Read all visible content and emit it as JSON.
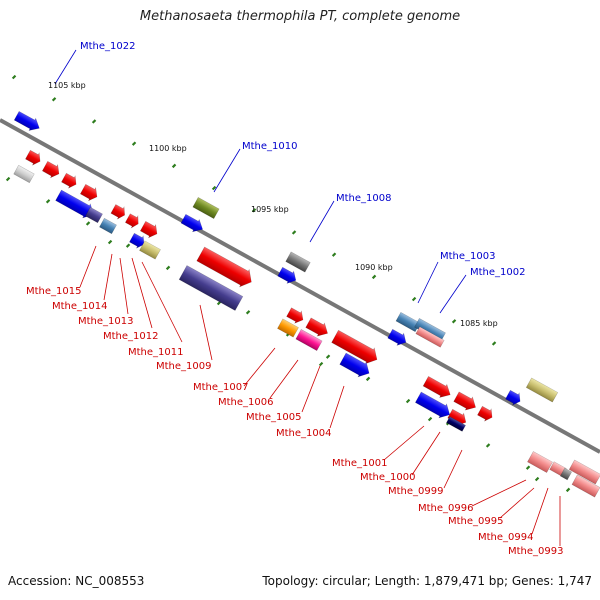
{
  "title": "Methanosaeta thermophila PT, complete genome",
  "footer": {
    "accession": "Accession: NC_008553",
    "summary": "Topology: circular; Length: 1,879,471 bp; Genes: 1,747"
  },
  "colors": {
    "label_blue": "#0000cc",
    "label_red": "#cc0000",
    "backbone": "#777777",
    "tick": "#2e7d1e"
  },
  "scale_labels": [
    "1105 kbp",
    "1100 kbp",
    "1095 kbp",
    "1090 kbp",
    "1085 kbp"
  ],
  "gene_labels_top": [
    "Mthe_1022",
    "Mthe_1010",
    "Mthe_1008",
    "Mthe_1003",
    "Mthe_1002"
  ],
  "gene_labels_bottom": [
    "Mthe_1015",
    "Mthe_1014",
    "Mthe_1013",
    "Mthe_1012",
    "Mthe_1011",
    "Mthe_1009",
    "Mthe_1007",
    "Mthe_1006",
    "Mthe_1005",
    "Mthe_1004",
    "Mthe_1001",
    "Mthe_1000",
    "Mthe_0999",
    "Mthe_0996",
    "Mthe_0995",
    "Mthe_0994",
    "Mthe_0993"
  ]
}
